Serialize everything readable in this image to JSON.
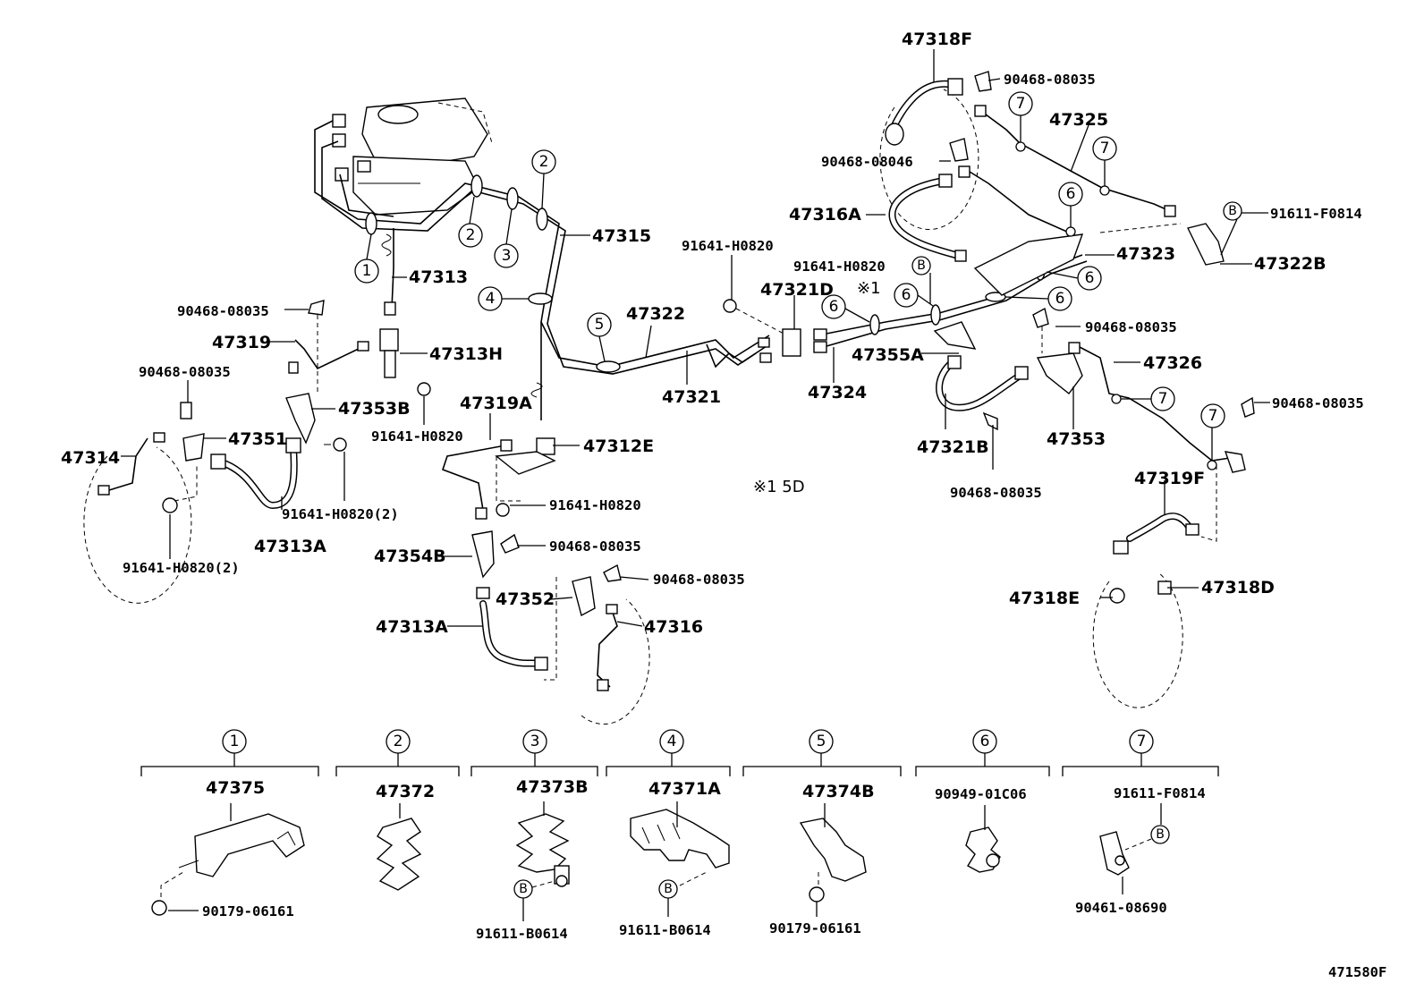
{
  "diagram_code": "471580F",
  "callout_labels": [
    "47318F",
    "47325",
    "47316A",
    "47323",
    "47322B",
    "47321D",
    "47355A",
    "47324",
    "47321B",
    "47326",
    "47353",
    "47319F",
    "47318E",
    "47318D",
    "47315",
    "47313",
    "47322",
    "47321",
    "47313H",
    "47319",
    "47353B",
    "47351",
    "47314",
    "47313A",
    "47319A",
    "47312E",
    "47354B",
    "47352",
    "47316",
    "47313A"
  ],
  "part_numbers": [
    "90468-08035",
    "90468-08046",
    "91611-F0814",
    "91641-H0820",
    "91641-H0820",
    "90468-08035",
    "90468-08035",
    "90468-08035",
    "90468-08035",
    "90468-08035",
    "91641-H0820",
    "91641-H0820(2)",
    "91641-H0820(2)",
    "91641-H0820",
    "90468-08035",
    "90468-08035"
  ],
  "notes": {
    "star_marker": "※1",
    "star_note": "※1 5D"
  },
  "legend": [
    {
      "num": "1",
      "part": "47375",
      "sub": [
        "90179-06161"
      ]
    },
    {
      "num": "2",
      "part": "47372",
      "sub": []
    },
    {
      "num": "3",
      "part": "47373B",
      "sub": [
        "91611-B0614"
      ],
      "marker": "B"
    },
    {
      "num": "4",
      "part": "47371A",
      "sub": [
        "91611-B0614"
      ],
      "marker": "B"
    },
    {
      "num": "5",
      "part": "47374B",
      "sub": [
        "90179-06161"
      ]
    },
    {
      "num": "6",
      "part": "90949-01C06",
      "sub": []
    },
    {
      "num": "7",
      "part": "91611-F0814",
      "sub": [
        "90461-08690"
      ],
      "marker": "B"
    }
  ],
  "circle_numbers": [
    "1",
    "2",
    "2",
    "3",
    "4",
    "5",
    "6",
    "6",
    "6",
    "6",
    "6",
    "7",
    "7",
    "7",
    "7"
  ],
  "marker_letter": "B"
}
